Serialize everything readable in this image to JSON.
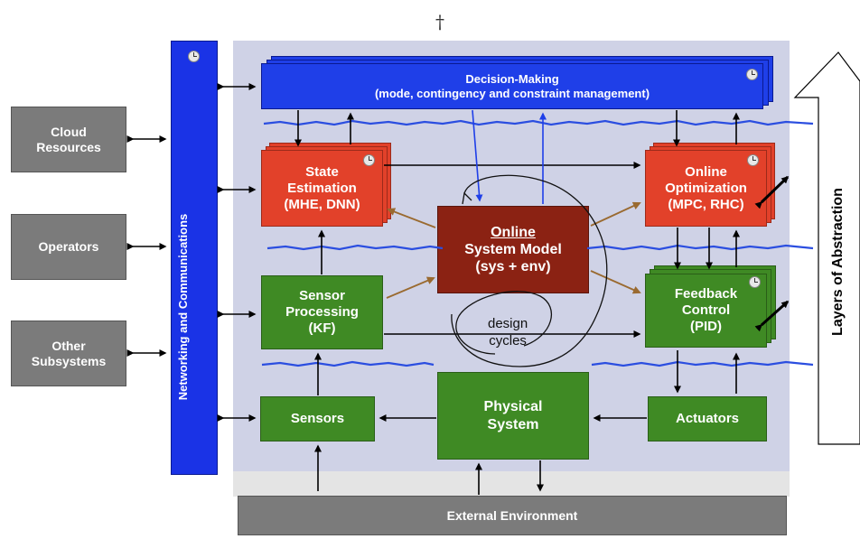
{
  "dagger": "†",
  "networking": {
    "label": "Networking and Communications"
  },
  "external": {
    "cloud": "Cloud Resources",
    "operators": "Operators",
    "other": "Other Subsystems"
  },
  "decision": {
    "title": "Decision-Making",
    "subtitle": "(mode, contingency and constraint management)"
  },
  "state_estimation": {
    "line1": "State",
    "line2": "Estimation",
    "line3": "(MHE, DNN)"
  },
  "online_model": {
    "line1": "Online",
    "line2": "System Model",
    "line3": "(sys + env)"
  },
  "online_optimization": {
    "line1": "Online",
    "line2": "Optimization",
    "line3": "(MPC, RHC)"
  },
  "sensor_processing": {
    "line1": "Sensor",
    "line2": "Processing",
    "line3": "(KF)"
  },
  "feedback_control": {
    "line1": "Feedback",
    "line2": "Control",
    "line3": "(PID)"
  },
  "design_cycles": {
    "line1": "design",
    "line2": "cycles"
  },
  "sensors": {
    "label": "Sensors"
  },
  "physical": {
    "line1": "Physical",
    "line2": "System"
  },
  "actuators": {
    "label": "Actuators"
  },
  "environment": {
    "label": "External Environment"
  },
  "layers": {
    "label": "Layers of Abstraction"
  },
  "colors": {
    "network_blue": "#1a33e6",
    "panel": "#cfd2e6",
    "decision_blue": "#1f3fe8",
    "red_box": "#e2412a",
    "model_dark_red": "#8b2213",
    "green_box": "#3f8a24",
    "gray_box": "#7b7b7b",
    "brown_arrow": "#9a6a30",
    "noise_blue": "#2b4ee0"
  }
}
